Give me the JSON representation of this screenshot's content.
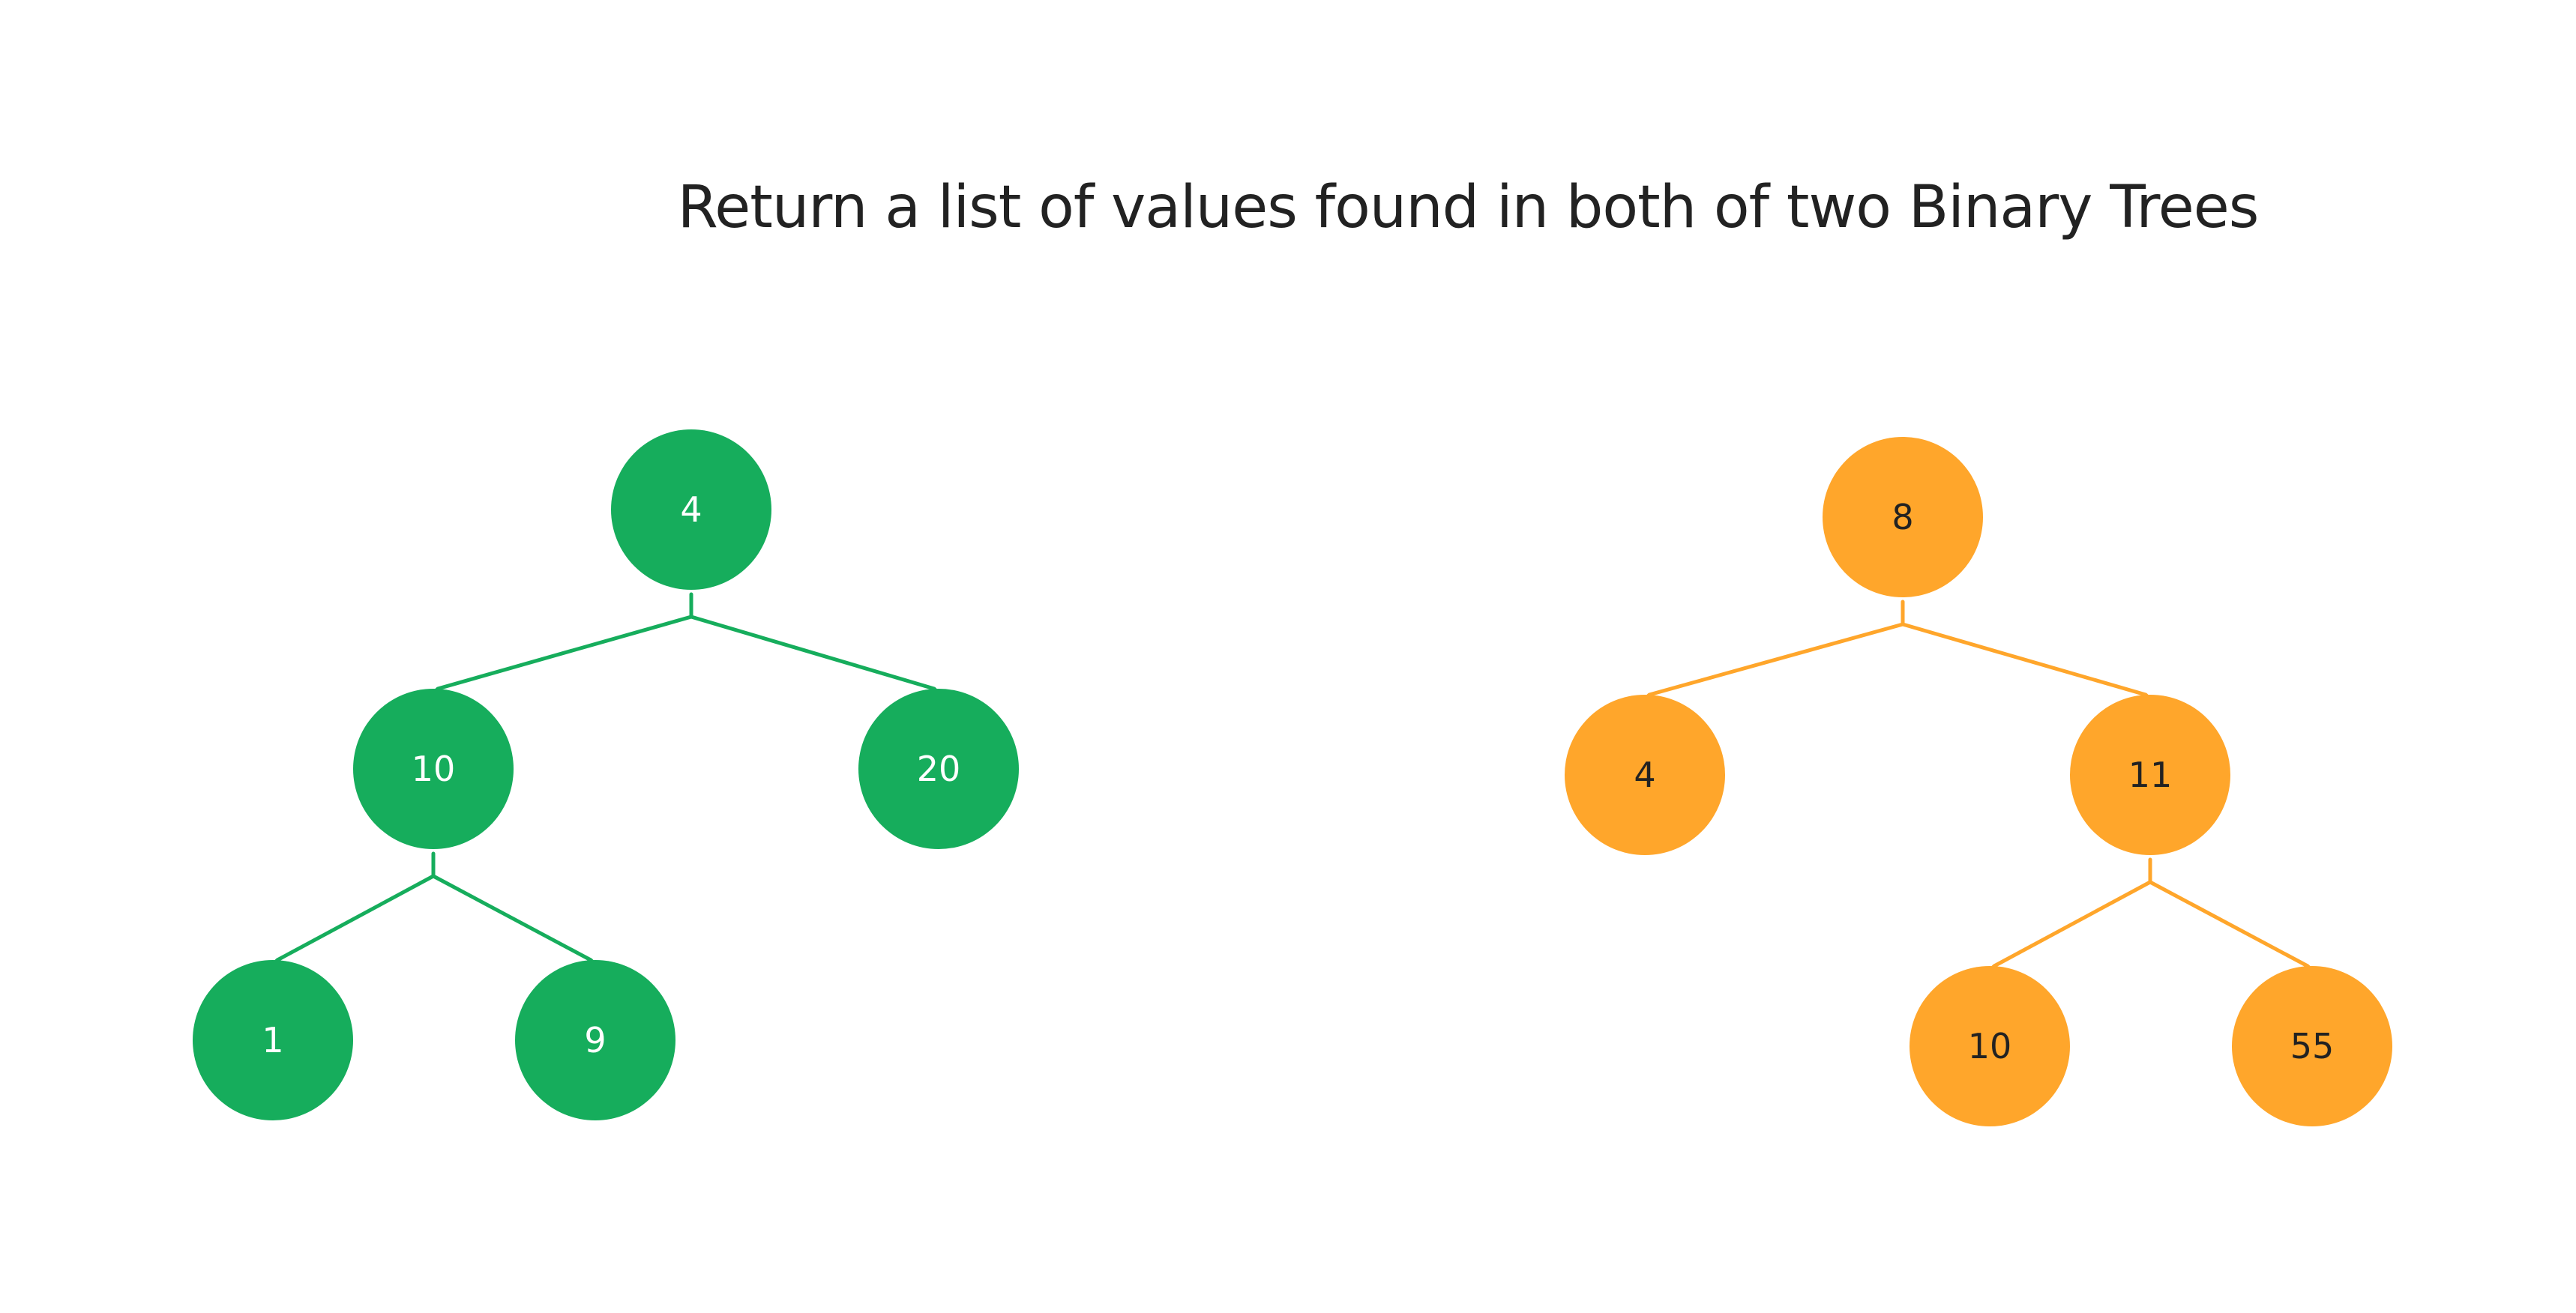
{
  "title": "Return a list of values found in both of two Binary Trees",
  "colors": {
    "title_text": "#222222",
    "tree_a_fill": "#16AD5C",
    "tree_a_line": "#16AD5C",
    "tree_a_text": "#ffffff",
    "tree_b_fill": "#FFA62B",
    "tree_b_line": "#FFA62B",
    "tree_b_text": "#222222"
  },
  "trees": [
    {
      "name": "tree-a",
      "theme": "green",
      "root": {
        "value": "4",
        "left": {
          "value": "10",
          "left": {
            "value": "1"
          },
          "right": {
            "value": "9"
          }
        },
        "right": {
          "value": "20"
        }
      }
    },
    {
      "name": "tree-b",
      "theme": "orange",
      "root": {
        "value": "8",
        "left": {
          "value": "4"
        },
        "right": {
          "value": "11",
          "left": {
            "value": "10"
          },
          "right": {
            "value": "55"
          }
        }
      }
    }
  ]
}
